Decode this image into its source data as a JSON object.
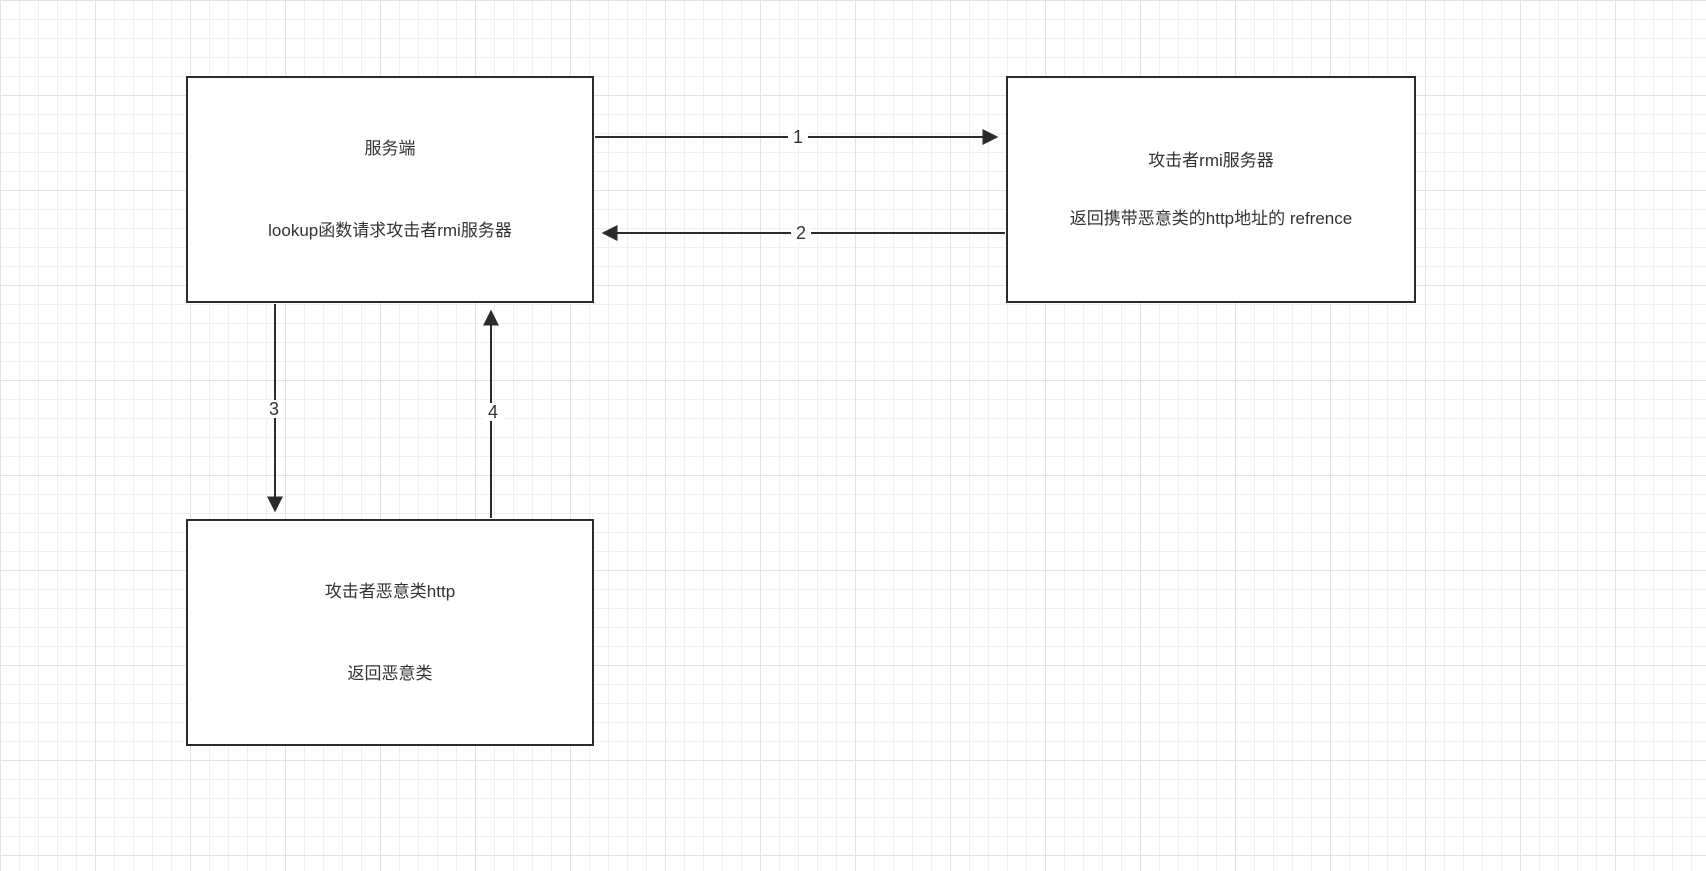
{
  "canvas": {
    "background": "#ffffff",
    "grid_minor_color": "#efefef",
    "grid_major_color": "#e2e2e2",
    "stroke_color": "#2b2b2b",
    "text_color": "#333333"
  },
  "nodes": [
    {
      "title": "服务端",
      "subtitle": "lookup函数请求攻击者rmi服务器"
    },
    {
      "title": "攻击者rmi服务器",
      "subtitle": "返回携带恶意类的http地址的 refrence"
    },
    {
      "title": "攻击者恶意类http",
      "subtitle": "返回恶意类"
    }
  ],
  "edges": [
    {
      "label": "1"
    },
    {
      "label": "2"
    },
    {
      "label": "3"
    },
    {
      "label": "4"
    }
  ]
}
